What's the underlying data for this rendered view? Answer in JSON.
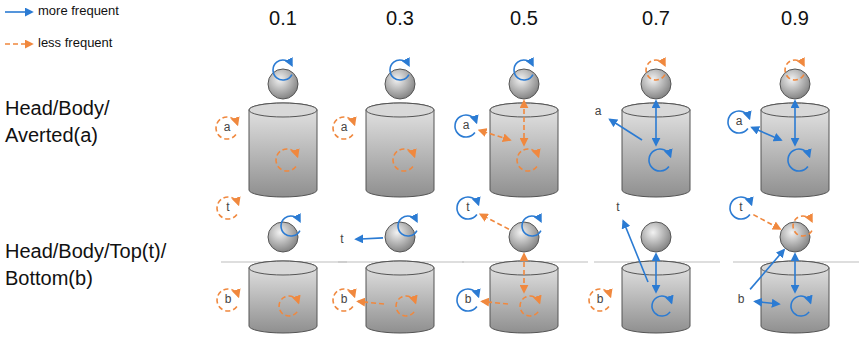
{
  "diagram": {
    "labels": [
      "0.1",
      "0.3",
      "0.5",
      "0.7",
      "0.9",
      "Head/Body/Averted(a)",
      "a",
      "a",
      "a",
      "a",
      "a",
      "Head/Body/Top(t)/Bottom(b)",
      "t",
      "b",
      "t",
      "b",
      "t",
      "b",
      "t",
      "b",
      "t",
      "b"
    ],
    "legend": [
      {
        "text": "more frequent"
      },
      {
        "text": "less frequent"
      }
    ]
  }
}
